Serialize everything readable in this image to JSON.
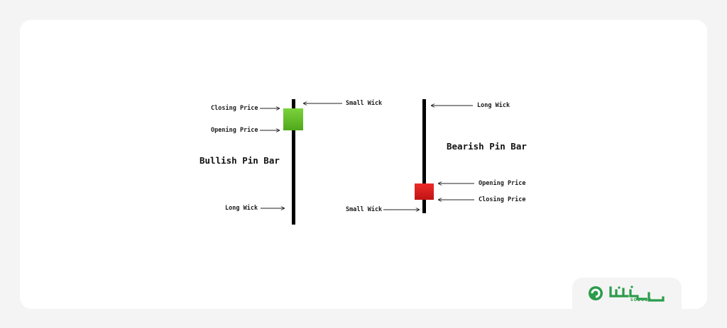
{
  "bullish": {
    "title": "Bullish Pin Bar",
    "closing_price": "Closing Price",
    "opening_price": "Opening Price",
    "small_wick": "Small Wick",
    "long_wick": "Long Wick",
    "body_color": "#5cb82a"
  },
  "bearish": {
    "title": "Bearish Pin Bar",
    "long_wick": "Long Wick",
    "opening_price": "Opening Price",
    "closing_price": "Closing Price",
    "small_wick": "Small Wick",
    "body_color": "#d81e1e"
  },
  "brand": {
    "sub": "SODOUP",
    "color": "#2a9c4a"
  }
}
